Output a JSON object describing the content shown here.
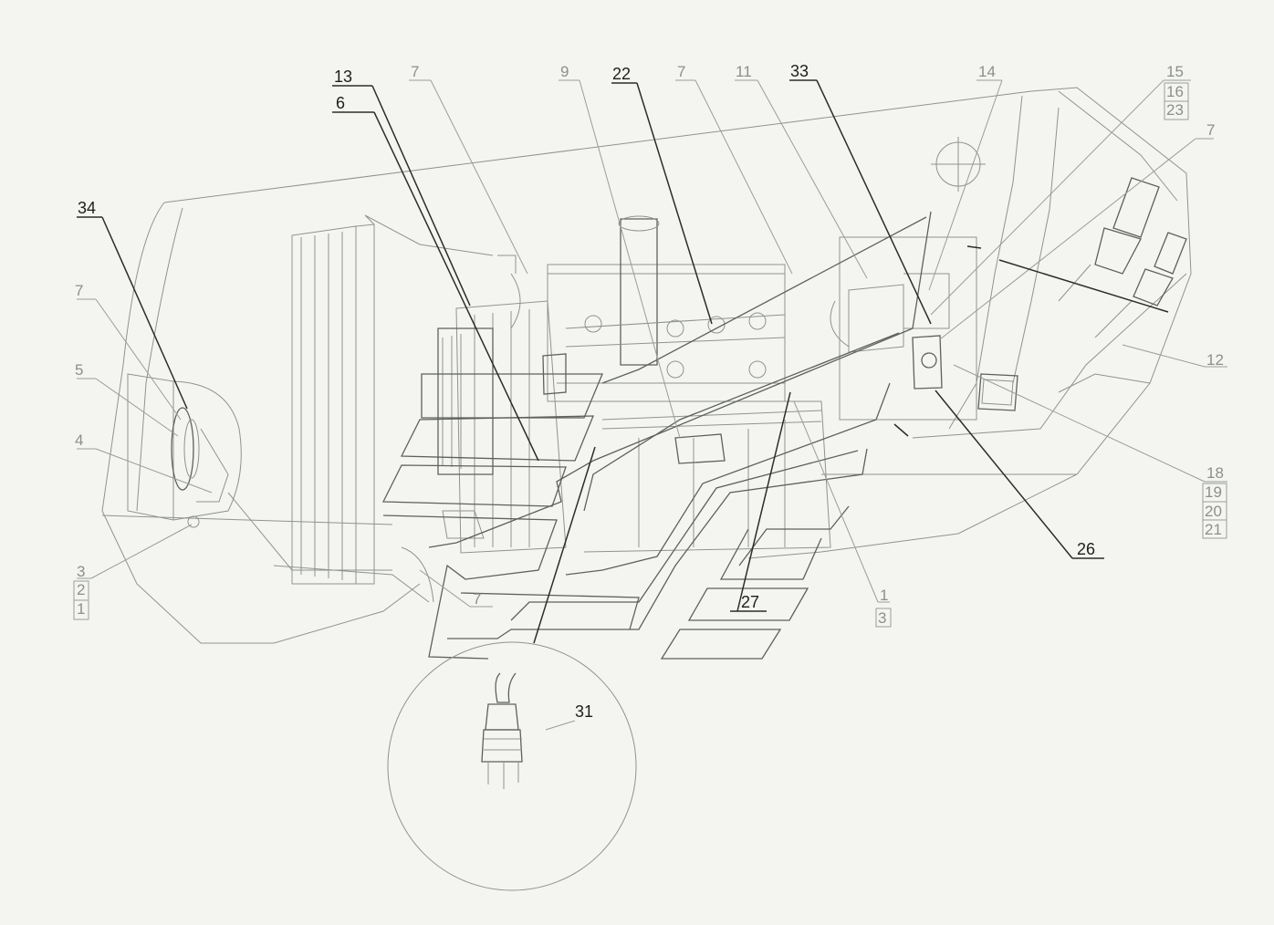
{
  "callouts": {
    "c34": "34",
    "c13": "13",
    "c6": "6",
    "c7a": "7",
    "c9": "9",
    "c22": "22",
    "c7b": "7",
    "c11": "11",
    "c33": "33",
    "c14": "14",
    "c15": "15",
    "c16": "16",
    "c23": "23",
    "c7c": "7",
    "c7d": "7",
    "c5": "5",
    "c4": "4",
    "c3a": "3",
    "c2": "2",
    "c1a": "1",
    "c12": "12",
    "c18": "18",
    "c19": "19",
    "c20": "20",
    "c21": "21",
    "c26": "26",
    "c27": "27",
    "c1b": "1",
    "c3b": "3",
    "c7e": "7",
    "c31": "31"
  },
  "colors": {
    "ink_dark": "#2a2b28",
    "ink_light": "#8f938d",
    "background": "#f4f5f1"
  }
}
